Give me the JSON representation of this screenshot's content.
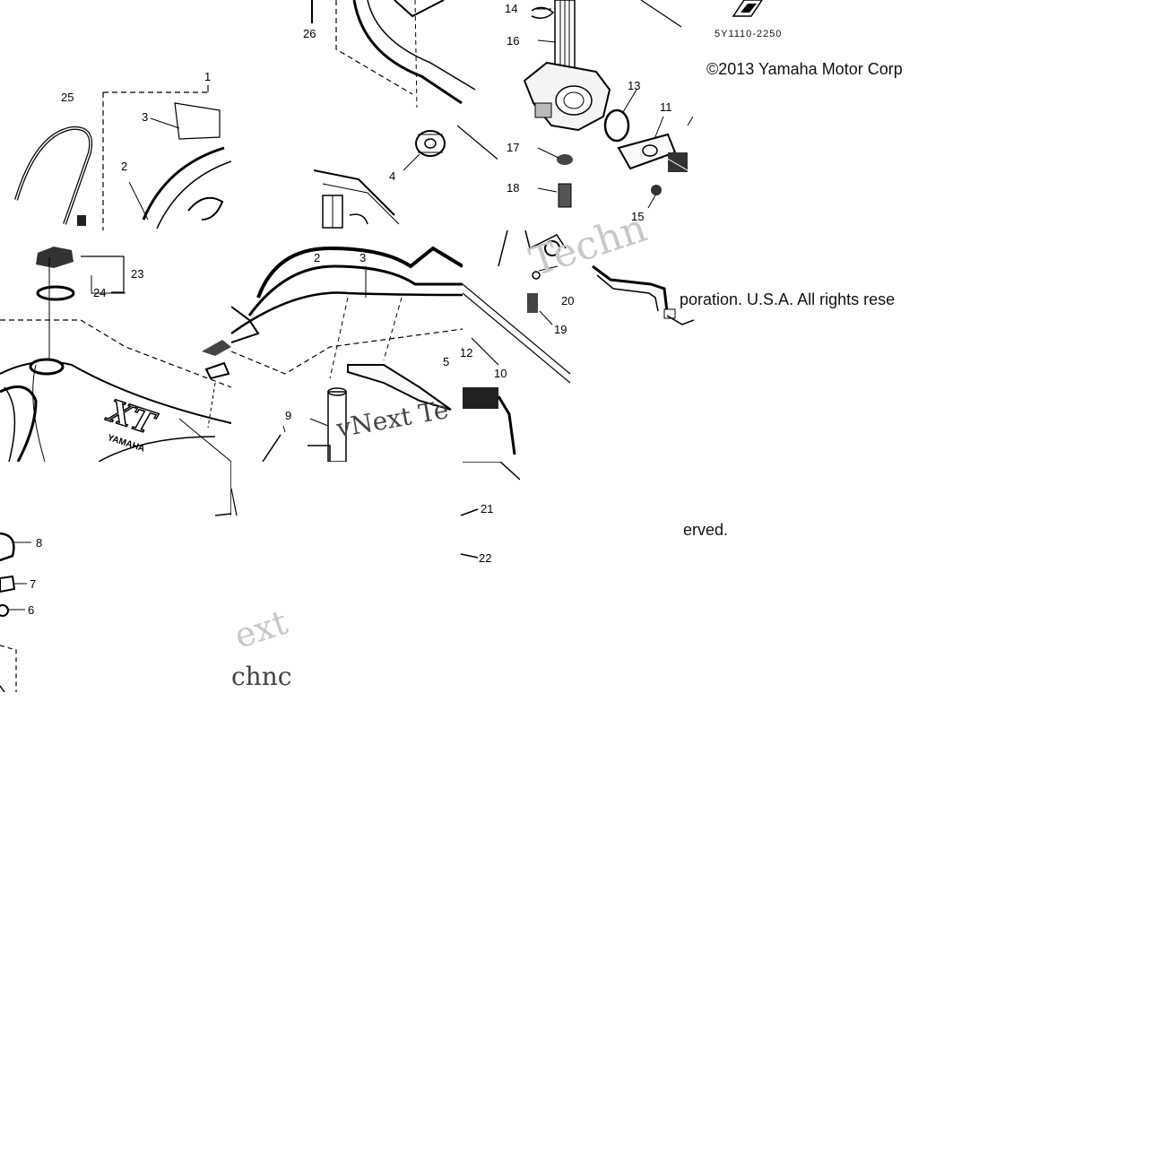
{
  "diagram": {
    "part_code": "5Y1110-2250",
    "copyright_line1": "©2013 Yamaha Motor Corp",
    "copyright_line2": "poration. U.S.A. All rights rese",
    "copyright_line3": "erved.",
    "tank_logo": "XT",
    "tank_brand": "YAMAHA",
    "watermarks": [
      "vNext Te",
      "Techn",
      "ext",
      "chnc"
    ],
    "callouts": [
      "1",
      "2",
      "2",
      "3",
      "3",
      "4",
      "5",
      "6",
      "7",
      "8",
      "9",
      "10",
      "11",
      "12",
      "13",
      "14",
      "15",
      "16",
      "17",
      "18",
      "19",
      "20",
      "21",
      "22",
      "23",
      "24",
      "25",
      "26"
    ]
  }
}
